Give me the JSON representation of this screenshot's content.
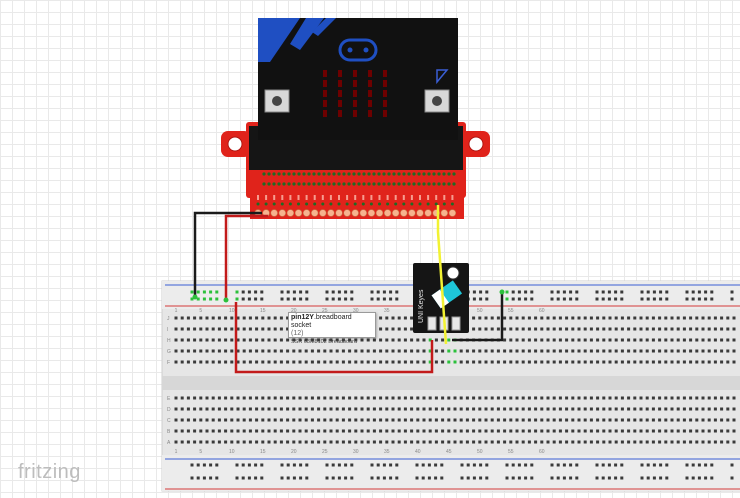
{
  "app": {
    "brand": "fritzing"
  },
  "tooltip": {
    "name_bold": "pin12Y",
    "name_rest": ".breadboard socket",
    "code": "(12)",
    "detail": "SSR 03M8102 Breadboard"
  },
  "module": {
    "label": "UNI Keyes"
  },
  "breadboard": {
    "column_numbers": [
      "1",
      "5",
      "10",
      "15",
      "20",
      "25",
      "30",
      "35",
      "40",
      "45",
      "50",
      "55",
      "60"
    ],
    "row_letters_top": [
      "J",
      "I",
      "H",
      "G",
      "F"
    ],
    "row_letters_bottom": [
      "E",
      "D",
      "C",
      "B",
      "A"
    ]
  },
  "colors": {
    "microbit_board": "#111111",
    "microbit_logo": "#1f4fc2",
    "led_off": "#6d0000",
    "edge_breakout": "#e0231b",
    "pin_pad": "#f6b38f",
    "wire_black": "#1a1a1a",
    "wire_red": "#c21a1a",
    "wire_yellow": "#f2f232",
    "breadboard": "#e5e5e5",
    "hole": "#3a3a3a",
    "hole_active": "#2bc03b",
    "rail_red": "#d43a3a",
    "rail_blue": "#3a5ed4",
    "sensor_board": "#111111",
    "sensor_tilt": "#1ec6d9"
  }
}
